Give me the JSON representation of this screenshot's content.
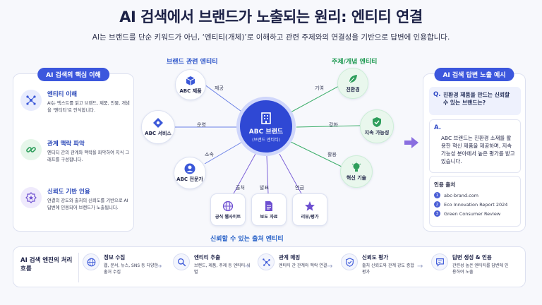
{
  "title": "AI 검색에서 브랜드가 노출되는 원리: 엔티티 연결",
  "subtitle": "AI는 브랜드를 단순 키워드가 아닌, ‘엔티티(개체)’로 이해하고 관련 주제와의 연결성을 기반으로 답변에 인용합니다.",
  "left_panel": {
    "header": "AI 검색의 핵심 이해",
    "items": [
      {
        "icon": "network-icon",
        "title": "엔티티 이해",
        "desc": "AI는 텍스트를 읽고 브랜드, 제품, 인물, 개념을 ‘엔티티’로 인식합니다."
      },
      {
        "icon": "link-icon",
        "title": "관계 맥락 파악",
        "desc": "엔티티 간의 관계와 맥락을 파악하여 지식 그래프를 구성합니다."
      },
      {
        "icon": "badge-star-icon",
        "title": "신뢰도 기반 인용",
        "desc": "연결의 강도와 출처의 신뢰도를 기반으로 AI 답변에 인용되어 브랜드가 노출됩니다."
      }
    ]
  },
  "diagram": {
    "brand_section": "브랜드 관련 엔티티",
    "topic_section": "주제/개념 엔티티",
    "source_section": "신뢰할 수 있는 출처 엔티티",
    "center_title": "ABC 브랜드",
    "center_sub": "(브랜드 엔티티)",
    "brand_nodes": [
      {
        "label": "ABC 제품",
        "edge": "제공"
      },
      {
        "label": "ABC 서비스",
        "edge": "운영"
      },
      {
        "label": "ABC 전문가",
        "edge": "소속"
      }
    ],
    "topic_nodes": [
      {
        "label": "친환경",
        "edge": "기여"
      },
      {
        "label": "지속 가능성",
        "edge": "강화"
      },
      {
        "label": "혁신 기술",
        "edge": "활용"
      }
    ],
    "source_nodes": [
      {
        "label": "공식 웹사이트",
        "edge": "출처"
      },
      {
        "label": "보도 자료",
        "edge": "발표"
      },
      {
        "label": "리뷰/평가",
        "edge": "언급"
      }
    ]
  },
  "right_panel": {
    "header": "AI 검색 답변 노출 예시",
    "q_mark": "Q.",
    "question": "친환경 제품을 만드는 신뢰할 수 있는 브랜드는?",
    "a_mark": "A.",
    "answer": "ABC 브랜드는 친환경 소재를 활용한 혁신 제품을 제공하며, 지속 가능성 분야에서 높은 평가를 받고 있습니다.",
    "sources_title": "인용 출처",
    "sources": [
      {
        "num": "1",
        "text": "abc-brand.com"
      },
      {
        "num": "2",
        "text": "Eco Innovation Report 2024"
      },
      {
        "num": "3",
        "text": "Green Consumer Review"
      }
    ]
  },
  "flow": {
    "header": "AI 검색 엔진의 처리 흐름",
    "steps": [
      {
        "icon": "globe-icon",
        "title": "정보 수집",
        "desc": "웹, 문서, 뉴스, SNS 등 다양한 출처 수집"
      },
      {
        "icon": "search-icon",
        "title": "엔티티 추출",
        "desc": "브랜드, 제품, 주제 등 엔티티 식별"
      },
      {
        "icon": "graph-icon",
        "title": "관계 매핑",
        "desc": "엔티티 간 관계와 맥락 연결"
      },
      {
        "icon": "shield-check-icon",
        "title": "신뢰도 평가",
        "desc": "출처 신뢰도와 관계 강도 종합 평가"
      },
      {
        "icon": "chat-icon",
        "title": "답변 생성 & 인용",
        "desc": "관련성 높은 엔티티를 답변에 인용하여 노출"
      }
    ],
    "arrow": "→"
  },
  "colors": {
    "primary": "#2f48d4",
    "brand_label": "#2d55c9",
    "topic_label": "#1f9a52",
    "source_label": "#2a63c8",
    "green_node": "#e6f6ea",
    "purple_node": "#efeafc"
  }
}
